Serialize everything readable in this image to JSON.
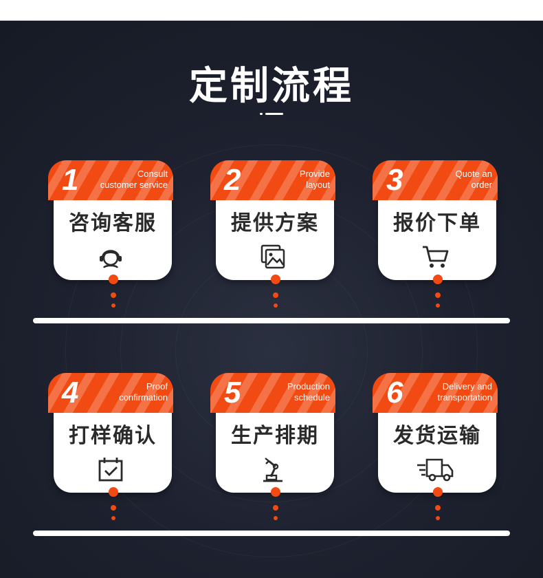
{
  "page": {
    "title": "定制流程"
  },
  "colors": {
    "accent": "#f14a12",
    "background": "#1b1f2b",
    "card": "#ffffff",
    "text": "#2a2a2a"
  },
  "steps": [
    {
      "number": "1",
      "en_line1": "Consult",
      "en_line2": "customer service",
      "cn": "咨询客服",
      "icon": "customer-service-icon"
    },
    {
      "number": "2",
      "en_line1": "Provide",
      "en_line2": "layout",
      "cn": "提供方案",
      "icon": "image-layout-icon"
    },
    {
      "number": "3",
      "en_line1": "Quote an",
      "en_line2": "order",
      "cn": "报价下单",
      "icon": "shopping-cart-icon"
    },
    {
      "number": "4",
      "en_line1": "Proof",
      "en_line2": "confirmation",
      "cn": "打样确认",
      "icon": "calendar-check-icon"
    },
    {
      "number": "5",
      "en_line1": "Production",
      "en_line2": "schedule",
      "cn": "生产排期",
      "icon": "robot-arm-icon"
    },
    {
      "number": "6",
      "en_line1": "Delivery and",
      "en_line2": "transportation",
      "cn": "发货运输",
      "icon": "delivery-truck-icon"
    }
  ]
}
